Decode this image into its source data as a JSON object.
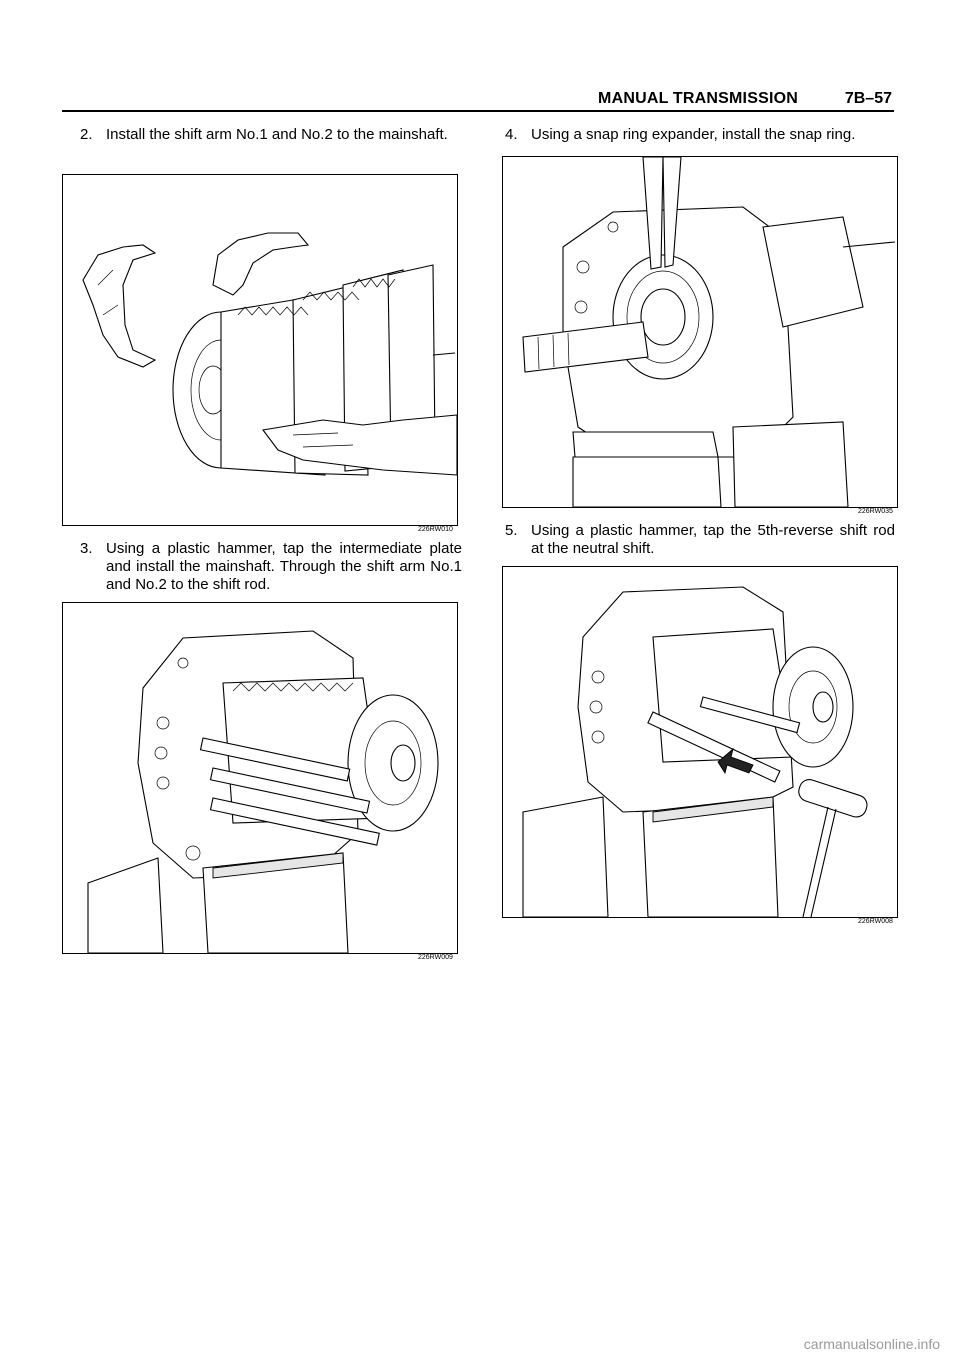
{
  "header": {
    "title": "MANUAL TRANSMISSION",
    "page": "7B–57"
  },
  "steps": [
    {
      "num": "2.",
      "text": "Install the shift arm No.1 and No.2 to the mainshaft.",
      "figure": "226RW010"
    },
    {
      "num": "3.",
      "text": "Using a plastic hammer, tap the intermediate plate and install the mainshaft.  Through the shift arm No.1 and No.2 to the shift rod.",
      "figure": "226RW009"
    },
    {
      "num": "4.",
      "text": "Using a snap ring expander, install the snap ring.",
      "figure": "226RW035"
    },
    {
      "num": "5.",
      "text": "Using a plastic hammer, tap the 5th-reverse shift rod at the neutral shift.",
      "figure": "226RW008"
    }
  ],
  "footer": {
    "watermark": "carmanualsonline.info"
  }
}
